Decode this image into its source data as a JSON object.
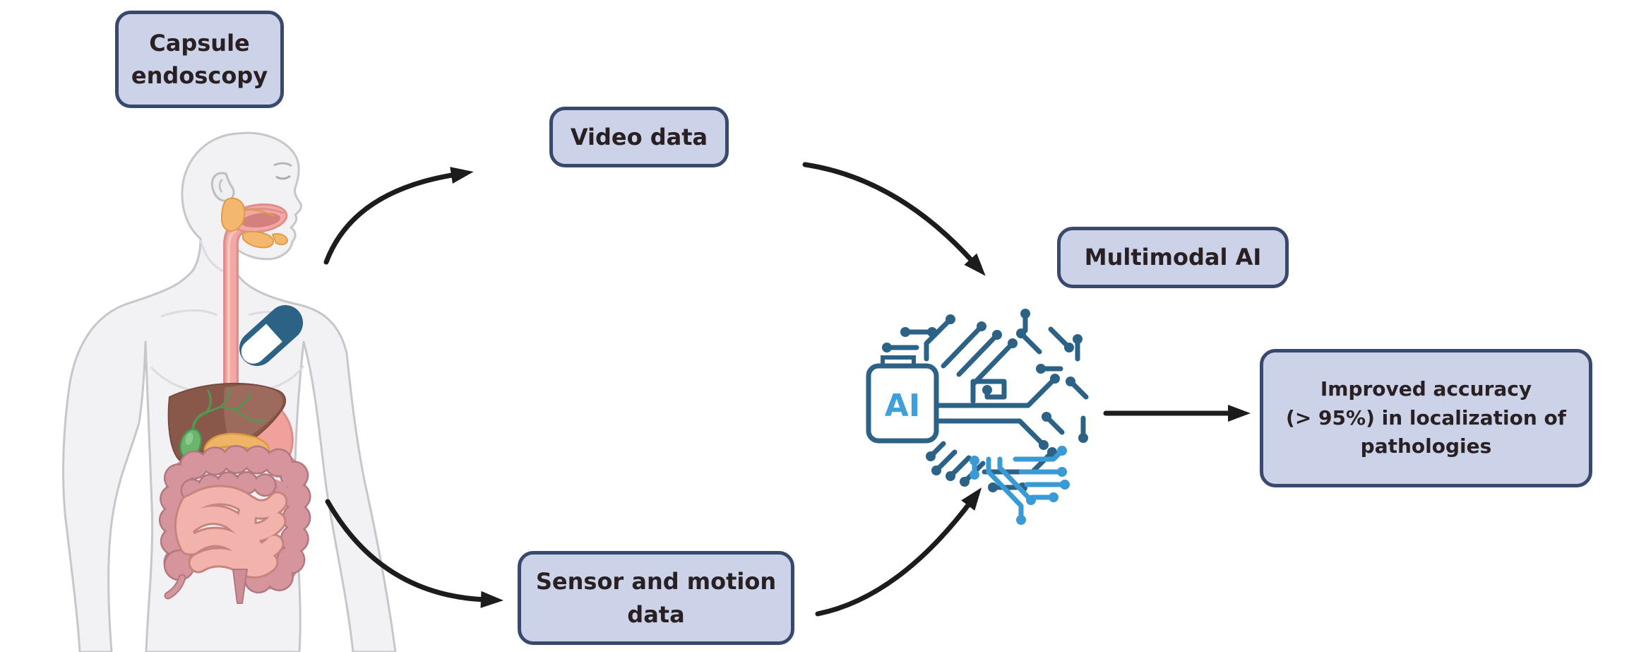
{
  "nodes": {
    "capsule_endoscopy": {
      "label": "Capsule\nendoscopy"
    },
    "video_data": {
      "label": "Video data"
    },
    "sensor_motion_data": {
      "label": "Sensor and motion\ndata"
    },
    "multimodal_ai": {
      "label": "Multimodal AI"
    },
    "outcome": {
      "label": "Improved accuracy\n(> 95%) in localization of\npathologies"
    }
  },
  "ai_chip": {
    "label": "AI"
  },
  "icons": {
    "human_digestive_system": "human-body-digestive-tract-illustration",
    "capsule_pill": "swallowed-capsule-icon",
    "circuit_brain": "ai-circuit-brain-icon"
  },
  "connections": [
    {
      "from": "capsule_endoscopy",
      "to": "video_data"
    },
    {
      "from": "video_data",
      "to": "multimodal_ai"
    },
    {
      "from": "capsule_endoscopy",
      "to": "sensor_motion_data"
    },
    {
      "from": "sensor_motion_data",
      "to": "multimodal_ai"
    },
    {
      "from": "multimodal_ai",
      "to": "outcome"
    }
  ],
  "colors": {
    "node_fill": "#ccd3e8",
    "node_border": "#39496e",
    "node_text": "#282023",
    "arrow": "#1c1c1c",
    "circuit_dark": "#2c6285",
    "circuit_light": "#3a9ad6",
    "ai_label": "#3f9fdb",
    "capsule": "#2c6285",
    "body_fill": "#f2f2f4",
    "body_outline": "#c6c6cb",
    "liver": "#8a574b",
    "esophagus": "#f2a9a4",
    "small_intestine": "#f2b3ad",
    "large_intestine": "#d6949c",
    "pancreas": "#f0b466",
    "gallbladder": "#6ab46c",
    "salivary_glands": "#f3b76f"
  }
}
